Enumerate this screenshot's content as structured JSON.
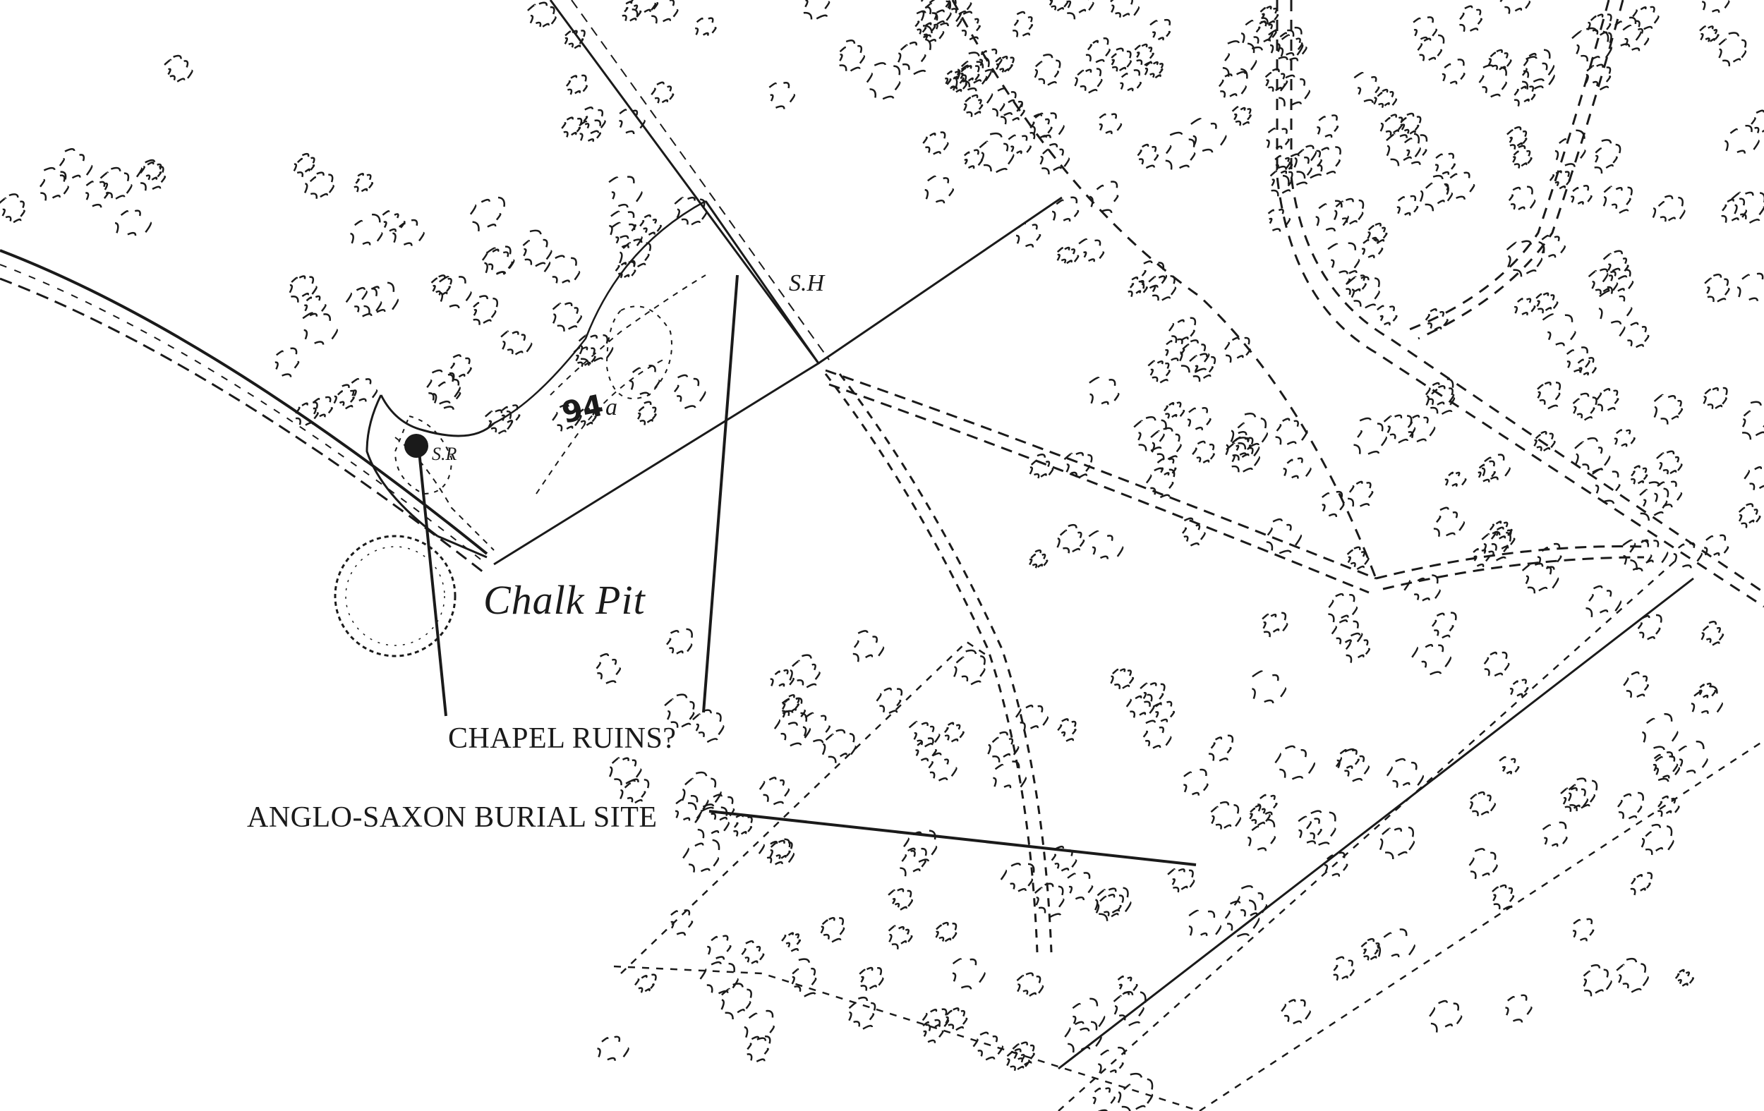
{
  "map": {
    "labels": {
      "chalk_pit": "Chalk Pit",
      "chapel_ruins": "CHAPEL RUINS?",
      "burial_site": "ANGLO-SAXON BURIAL SITE",
      "plot_number": "94",
      "plot_suffix": "a",
      "spring_head": "S.H",
      "spring_small": "S.R"
    },
    "ink_color": "#1a1a1a",
    "paper_color": "#ffffff"
  }
}
